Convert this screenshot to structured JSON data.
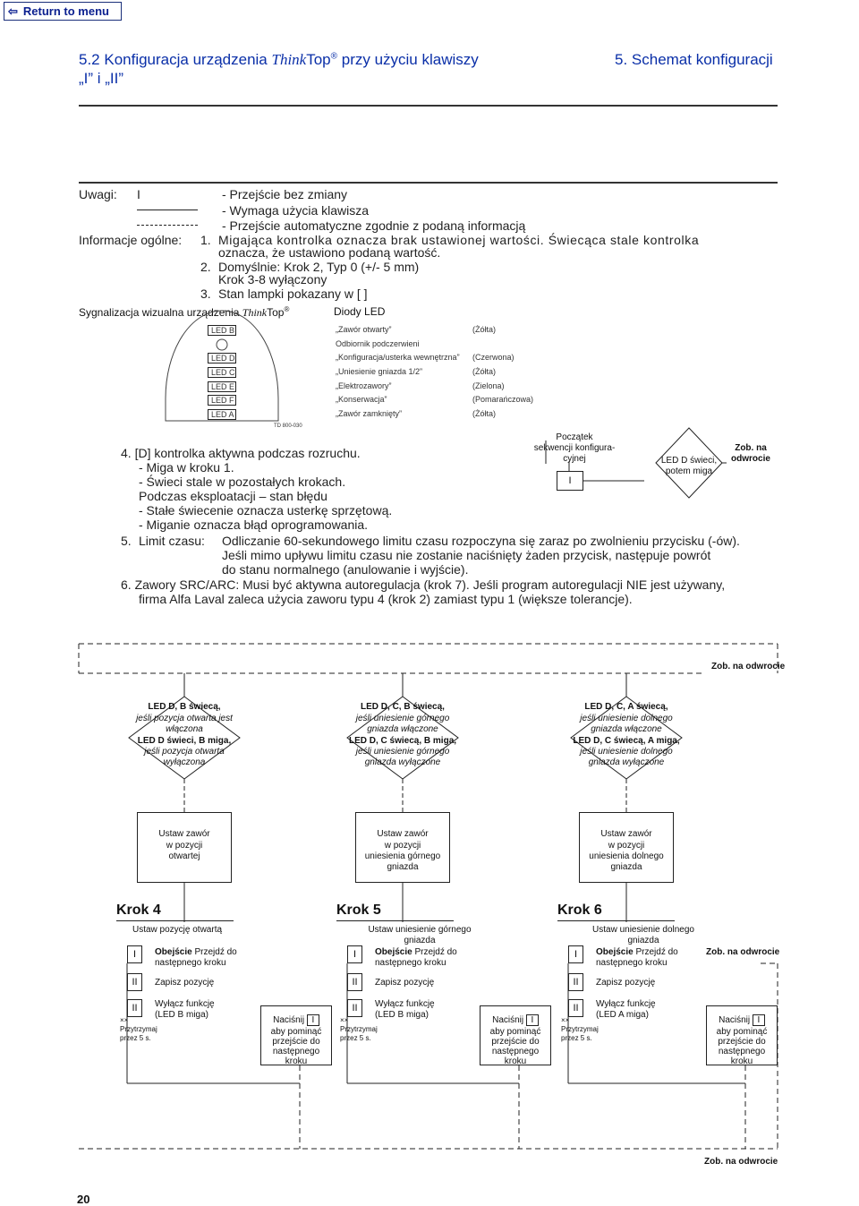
{
  "nav": {
    "return_label": "Return to menu"
  },
  "header": {
    "left_title_1": "5.2 Konfiguracja urządzenia ",
    "brand_think": "Think",
    "brand_top": "Top",
    "reg": "®",
    "left_title_2": " przy użyciu klawiszy",
    "left_title_line2": "„I” i „II”",
    "right_title": "5. Schemat konfiguracji"
  },
  "notes": {
    "uwagi_label": "Uwagi:",
    "legend_key_1": "I",
    "legend_1": "- Przejście bez zmiany",
    "legend_2": "- Wymaga użycia klawisza",
    "legend_3": "- Przejście automatyczne zgodnie z podaną informacją",
    "info_label": "Informacje ogólne:",
    "item1_num": "1.",
    "item1_a": "Migająca kontrolka oznacza brak ustawionej wartości. Świecąca stale kontrolka",
    "item1_b": "oznacza, że ustawiono podaną wartość.",
    "item2_num": "2.",
    "item2_a": "Domyślnie: Krok 2, Typ 0 (+/- 5 mm)",
    "item2_b": "Krok 3-8 wyłączony",
    "item3_num": "3.",
    "item3_a": "Stan lampki pokazany w [ ]"
  },
  "led_panel": {
    "sygnalizacja": "Sygnalizacja wizualna urządzenia ",
    "diody": "Diody LED",
    "part_no": "TD 800-030",
    "leds": [
      {
        "id": "LED B",
        "desc": "„Zawór otwarty”",
        "color": "(Żółta)"
      },
      {
        "id": "",
        "desc": "Odbiornik podczerwieni",
        "color": ""
      },
      {
        "id": "LED D",
        "desc": "„Konfiguracja/usterka wewnętrzna”",
        "color": "(Czerwona)"
      },
      {
        "id": "LED C",
        "desc": "„Uniesienie gniazda 1/2”",
        "color": "(Żółta)"
      },
      {
        "id": "LED E",
        "desc": "„Elektrozawory”",
        "color": "(Zielona)"
      },
      {
        "id": "LED F",
        "desc": "„Konserwacja”",
        "color": "(Pomarańczowa)"
      },
      {
        "id": "LED A",
        "desc": "„Zawór zamknięty”",
        "color": "(Żółta)"
      }
    ]
  },
  "notes2": {
    "n4_a": "4.  [D] kontrolka aktywna podczas rozruchu.",
    "n4_b": "-  Miga w kroku 1.",
    "n4_c": "-  Świeci stale w pozostałych krokach.",
    "n4_d": "Podczas eksploatacji – stan błędu",
    "n4_e": "-  Stałe świecenie oznacza usterkę sprzętową.",
    "n4_f": "-  Miganie oznacza błąd oprogramowania.",
    "n5_num": "5.",
    "n5_label": "Limit czasu:",
    "n5_a": "Odliczanie 60-sekundowego limitu czasu rozpoczyna się zaraz po zwolnieniu przycisku (-ów).",
    "n5_b": "Jeśli mimo upływu limitu czasu nie zostanie naciśnięty żaden przycisk, następuje powrót",
    "n5_c": "do stanu normalnego (anulowanie i wyjście).",
    "n6_a": "6.  Zawory SRC/ARC: Musi być aktywna autoregulacja (krok 7). Jeśli program autoregulacji NIE jest używany,",
    "n6_b": "firma Alfa Laval zaleca użycia zaworu typu 4 (krok 2) zamiast typu 1 (większe tolerancje)."
  },
  "start": {
    "l1": "Początek",
    "l2": "sekwencji konfigura-",
    "l3": "cyjnej",
    "key": "I",
    "led_d_1": "LED D świeci,",
    "led_d_2": "potem miga",
    "zob_1": "Zob. na",
    "zob_2": "odwrocie"
  },
  "flow": {
    "zob_top": "Zob. na odwrocie",
    "zob_bottom": "Zob. na odwrocie",
    "columns": [
      {
        "d1": "LED D, B  świecą,",
        "d2": "jeśli pozycja otwarta jest",
        "d3": "włączona",
        "d4": "LED D świeci, B miga,",
        "d5": "jeśli pozycja otwarta",
        "d6": "wyłączona",
        "set1": "Ustaw zawór",
        "set2": "w pozycji",
        "set3": "otwartej",
        "set4": "",
        "krok": "Krok 4",
        "title": "Ustaw pozycję otwartą",
        "title2": "",
        "k1": "I",
        "k1_label_b": "Obejście",
        "k1_label": " Przejdź do",
        "k1_label2": "następnego kroku",
        "k2": "II",
        "k2_label": "Zapisz pozycję",
        "k3": "II",
        "k3_label": "Wyłącz funkcję",
        "k3_label2": "(LED B miga)",
        "hold1": "××",
        "hold2": "Przytrzymaj",
        "hold3": "przez 5 s.",
        "press1": "Naciśnij",
        "press_key": "I",
        "press2": "aby pominąć",
        "press3": "przejście do",
        "press4": "następnego",
        "press5": "kroku",
        "zob": ""
      },
      {
        "d1": "LED D, C, B świecą,",
        "d2": "jeśli uniesienie górnego",
        "d3": "gniazda włączone",
        "d4": "LED D, C świecą, B miga,",
        "d5": "jeśli uniesienie górnego",
        "d6": "gniazda  wyłączone",
        "set1": "Ustaw zawór",
        "set2": "w pozycji",
        "set3": "uniesienia górnego",
        "set4": "gniazda",
        "krok": "Krok 5",
        "title": "Ustaw uniesienie górnego",
        "title2": "gniazda",
        "k1": "I",
        "k1_label_b": "Obejście",
        "k1_label": " Przejdź do",
        "k1_label2": "następnego kroku",
        "k2": "II",
        "k2_label": "Zapisz pozycję",
        "k3": "II",
        "k3_label": "Wyłącz funkcję",
        "k3_label2": "(LED B miga)",
        "hold1": "××",
        "hold2": "Przytrzymaj",
        "hold3": "przez 5 s.",
        "press1": "Naciśnij",
        "press_key": "I",
        "press2": "aby pominąć",
        "press3": "przejście do",
        "press4": "następnego",
        "press5": "kroku",
        "zob": ""
      },
      {
        "d1": "LED D, C, A świecą,",
        "d2": "jeśli uniesienie dolnego",
        "d3": "gniazda włączone",
        "d4": "LED D, C świecą, A miga,",
        "d5": "jeśli uniesienie dolnego",
        "d6": "gniazda wyłączone",
        "set1": "Ustaw zawór",
        "set2": "w pozycji",
        "set3": "uniesienia dolnego",
        "set4": "gniazda",
        "krok": "Krok 6",
        "title": "Ustaw uniesienie dolnego",
        "title2": "gniazda",
        "k1": "I",
        "k1_label_b": "Obejście",
        "k1_label": " Przejdź do",
        "k1_label2": "następnego kroku",
        "k2": "II",
        "k2_label": "Zapisz pozycję",
        "k3": "II",
        "k3_label": "Wyłącz funkcję",
        "k3_label2": "(LED A miga)",
        "hold1": "××",
        "hold2": "Przytrzymaj",
        "hold3": "przez 5 s.",
        "press1": "Naciśnij",
        "press_key": "I",
        "press2": "aby pominąć",
        "press3": "przejście do",
        "press4": "następnego",
        "press5": "kroku",
        "zob": "Zob. na odwrocie"
      }
    ]
  },
  "footer": {
    "page": "20"
  }
}
